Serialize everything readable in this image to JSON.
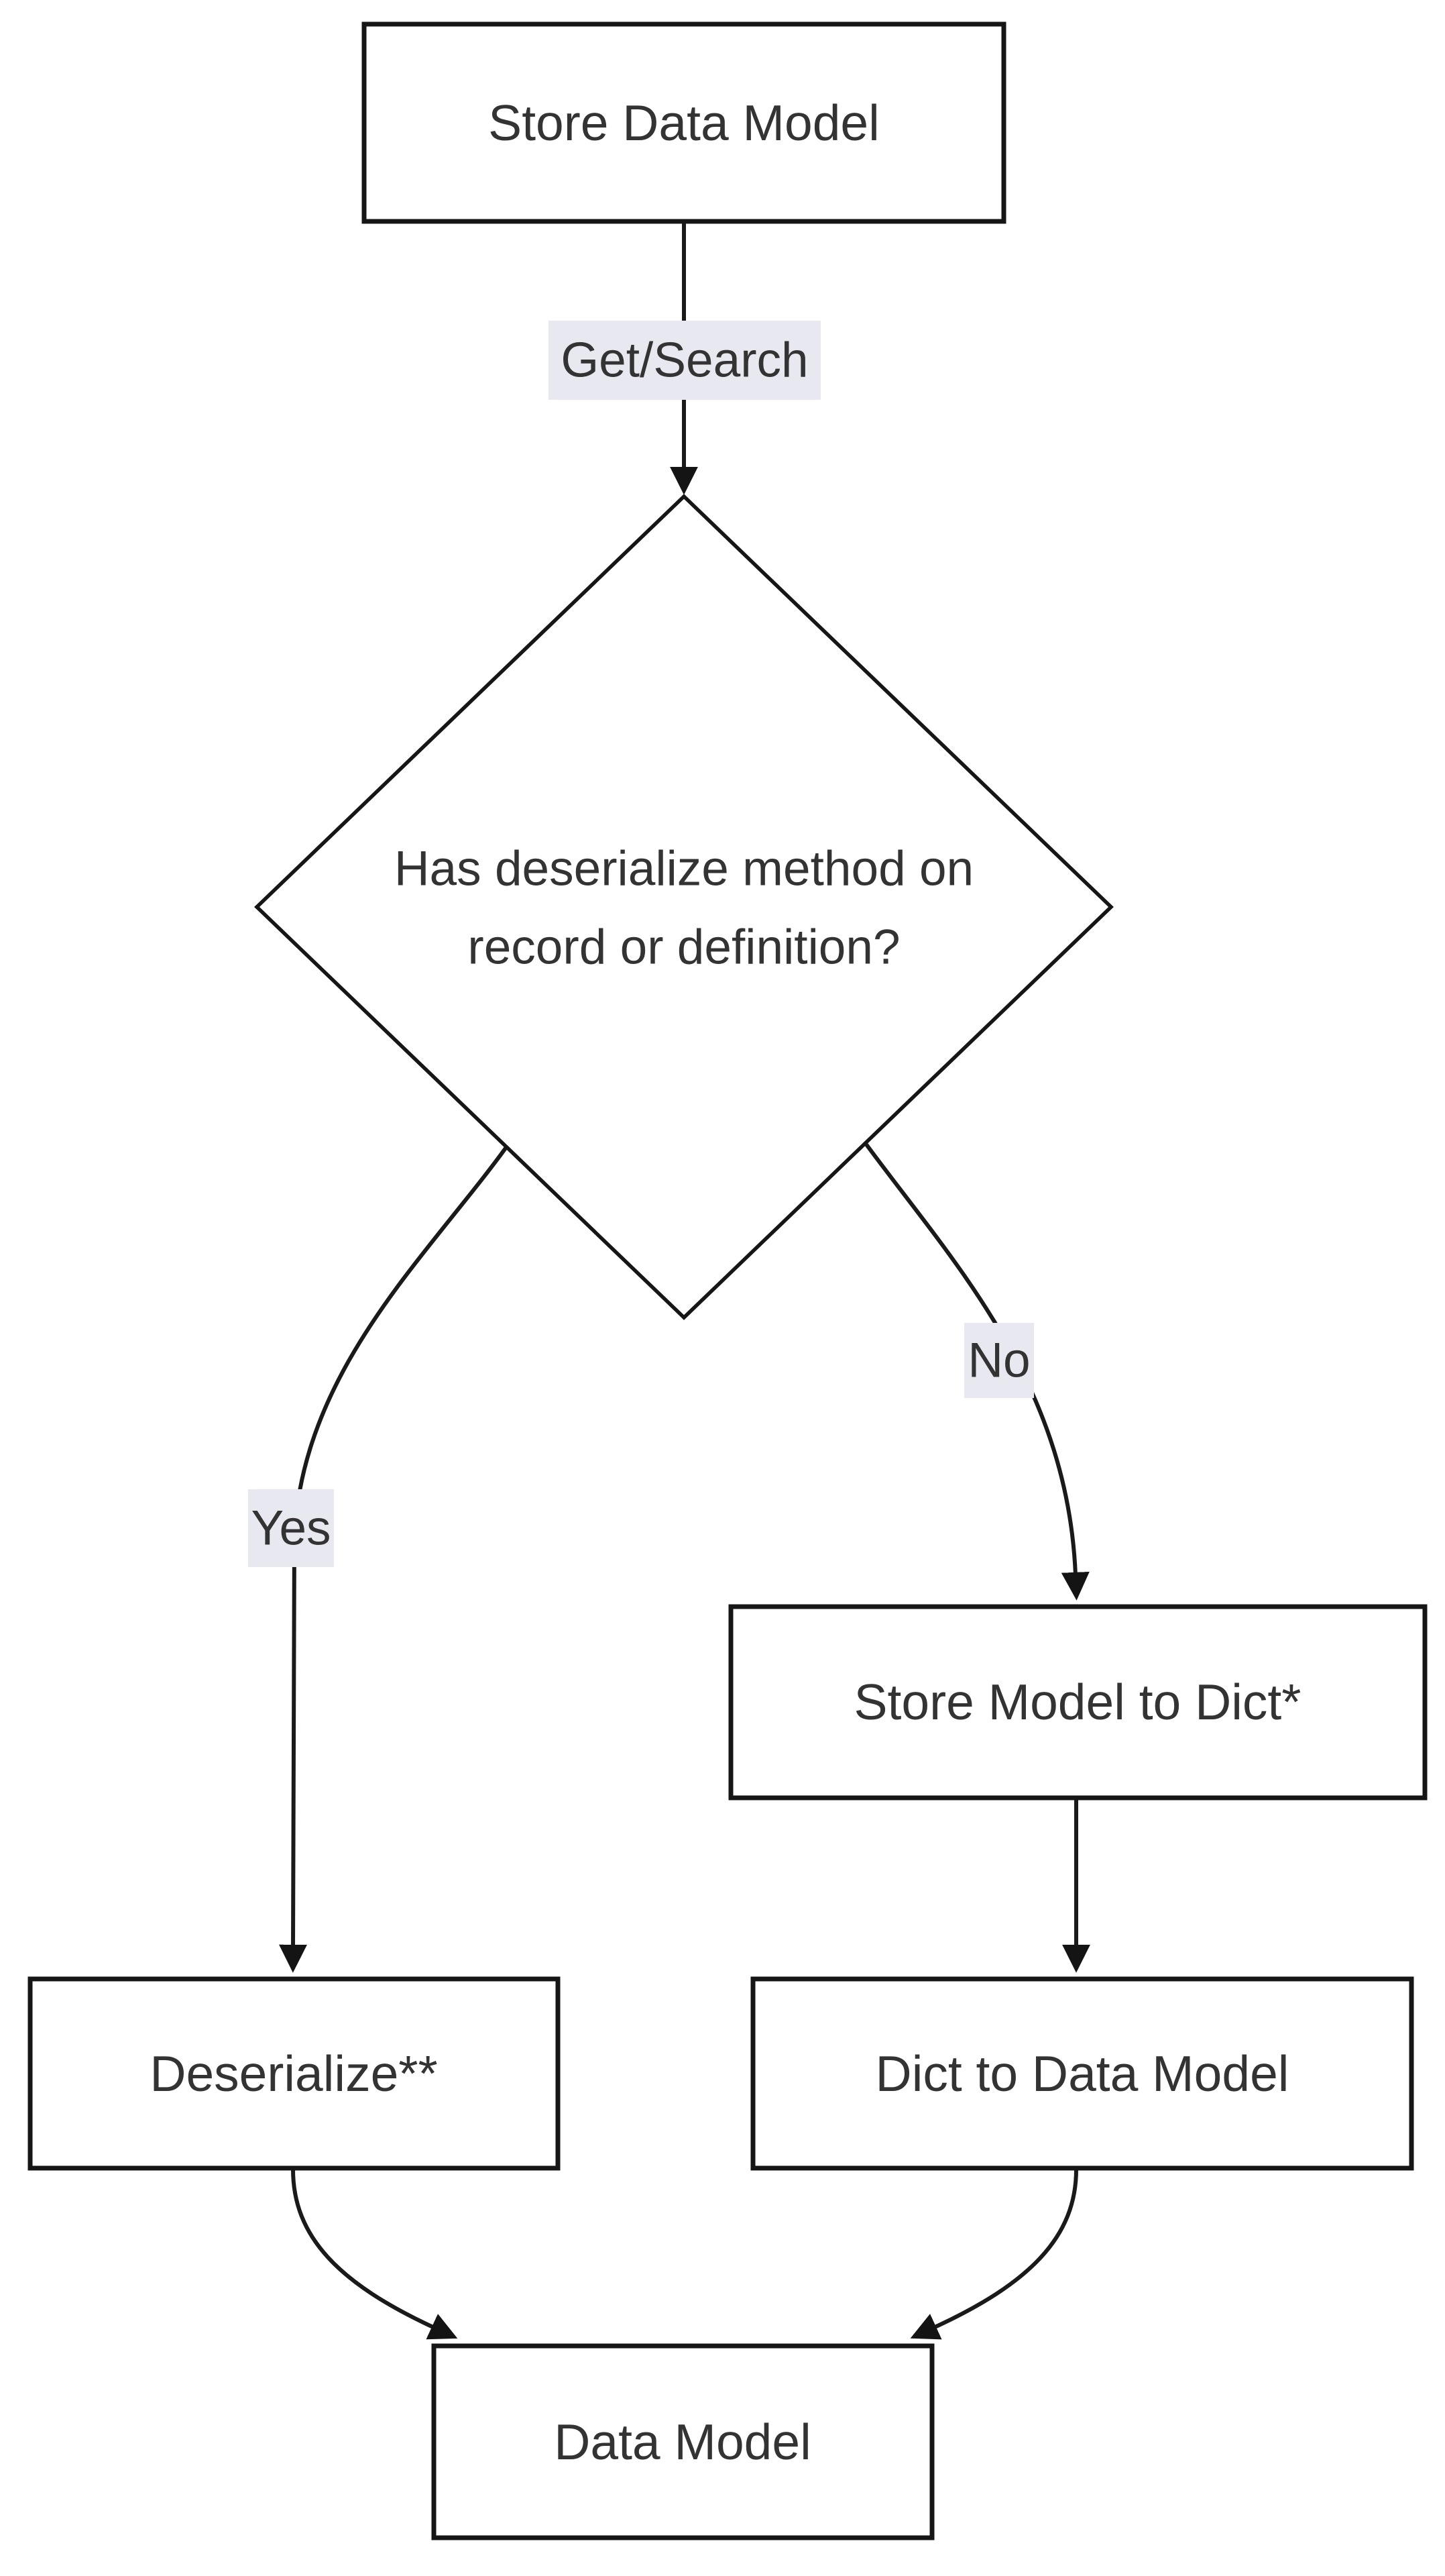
{
  "diagram": {
    "type": "flowchart",
    "direction": "top-down",
    "nodes": {
      "store_data_model": {
        "label": "Store Data Model",
        "shape": "rect"
      },
      "decision": {
        "label": "Has deserialize method on record or definition?",
        "label_line1": "Has deserialize method on",
        "label_line2": "record or definition?",
        "shape": "diamond"
      },
      "store_model_to_dict": {
        "label": "Store Model to Dict*",
        "shape": "rect"
      },
      "deserialize": {
        "label": "Deserialize**",
        "shape": "rect"
      },
      "dict_to_data_model": {
        "label": "Dict to Data Model",
        "shape": "rect"
      },
      "data_model": {
        "label": "Data Model",
        "shape": "rect"
      }
    },
    "edge_labels": {
      "get_search": "Get/Search",
      "yes": "Yes",
      "no": "No"
    },
    "edges": [
      {
        "from": "store_data_model",
        "to": "decision",
        "label": "Get/Search"
      },
      {
        "from": "decision",
        "to": "deserialize",
        "label": "Yes"
      },
      {
        "from": "decision",
        "to": "store_model_to_dict",
        "label": "No"
      },
      {
        "from": "store_model_to_dict",
        "to": "dict_to_data_model",
        "label": ""
      },
      {
        "from": "deserialize",
        "to": "data_model",
        "label": ""
      },
      {
        "from": "dict_to_data_model",
        "to": "data_model",
        "label": ""
      }
    ],
    "colors": {
      "background": "#ffffff",
      "node_fill": "#ffffff",
      "node_stroke": "#161616",
      "edge_stroke": "#1a1a1a",
      "arrow_fill": "#141414",
      "text": "#333333",
      "edge_label_bg": "#e8e8f0"
    }
  }
}
